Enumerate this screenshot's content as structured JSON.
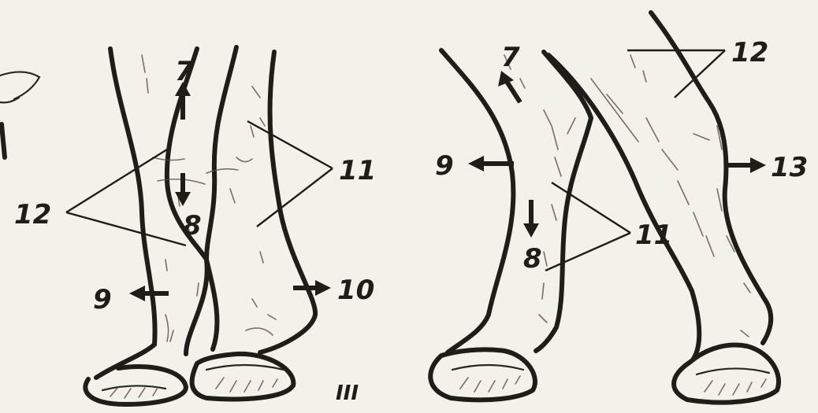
{
  "labels": {
    "l7_front": "7",
    "l8_front": "8",
    "l9_front": "9",
    "l10": "10",
    "l11_front": "11",
    "l12_front": "12",
    "l7_side": "7",
    "l8_side": "8",
    "l9_side": "9",
    "l11_side": "11",
    "l12_side": "12",
    "l13": "13",
    "panel": "III"
  }
}
